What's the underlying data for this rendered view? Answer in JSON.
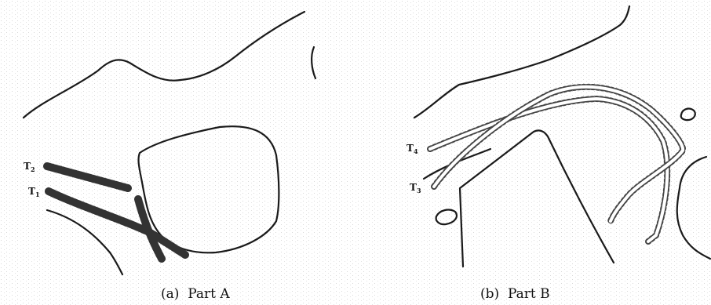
{
  "panels": [
    {
      "caption": "(a)  Part A",
      "trajectories": [
        {
          "label": "T",
          "sub": "2"
        },
        {
          "label": "T",
          "sub": "1"
        }
      ]
    },
    {
      "caption": "(b)  Part B",
      "trajectories": [
        {
          "label": "T",
          "sub": "4"
        },
        {
          "label": "T",
          "sub": "3"
        }
      ]
    }
  ],
  "colors": {
    "ink": "#1a1a1a",
    "bead_dark": "#555555",
    "bead_light": "#ffffff",
    "background": "#ffffff"
  }
}
